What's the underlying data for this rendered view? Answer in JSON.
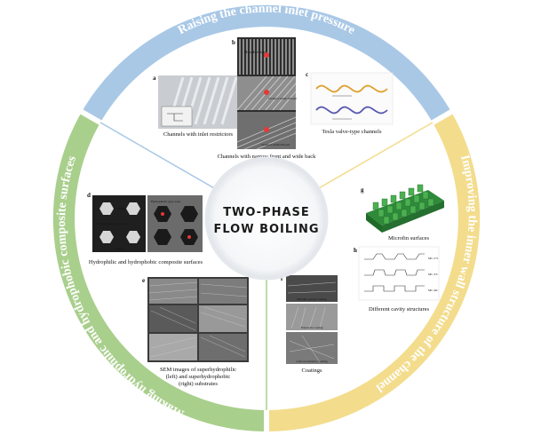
{
  "sectors": {
    "top": {
      "title": "Raising the channel inlet pressure",
      "color": "#a9c8e6"
    },
    "right": {
      "title": "Improving the inner wall structure of the channel",
      "color": "#f3dc8c"
    },
    "left": {
      "title": "Making hydrophilic and hydrophobic composite surfaces",
      "color": "#a9cf8c"
    }
  },
  "center": {
    "line1": "TWO-PHASE",
    "line2": "FLOW BOILING"
  },
  "panels": {
    "a": {
      "letter": "a",
      "caption": "Channels with inlet restrictors"
    },
    "b": {
      "letter": "b",
      "caption": "Channels with narrow front and wide back",
      "labels": [
        "Flow direction",
        "Channel width 100 μm",
        "Channel width 200 μm"
      ]
    },
    "c": {
      "letter": "c",
      "caption": "Tesla valve-type channels"
    },
    "d": {
      "letter": "d",
      "caption": "Hydrophilic and hydrophobic composite surfaces",
      "labels": [
        "d = 80μm",
        "Hydrophilic back zone",
        "p = 500μm",
        "Hydrophobic grey zone"
      ]
    },
    "e": {
      "letter": "e",
      "caption_lines": [
        "SEM images of superhydrophilic",
        "(left) and superhydrophobic",
        "(right) substrates"
      ]
    },
    "f": {
      "letter": "f",
      "caption": "Coatings",
      "labels": [
        "Metallic porous coating",
        "Nanowire coating",
        "Carbon nanotube coating"
      ]
    },
    "g": {
      "letter": "g",
      "caption": "Microfin surfaces"
    },
    "h": {
      "letter": "h",
      "caption": "Different cavity structures",
      "labels": [
        "MC-CV",
        "MC-TC",
        "MC-RC"
      ]
    }
  }
}
